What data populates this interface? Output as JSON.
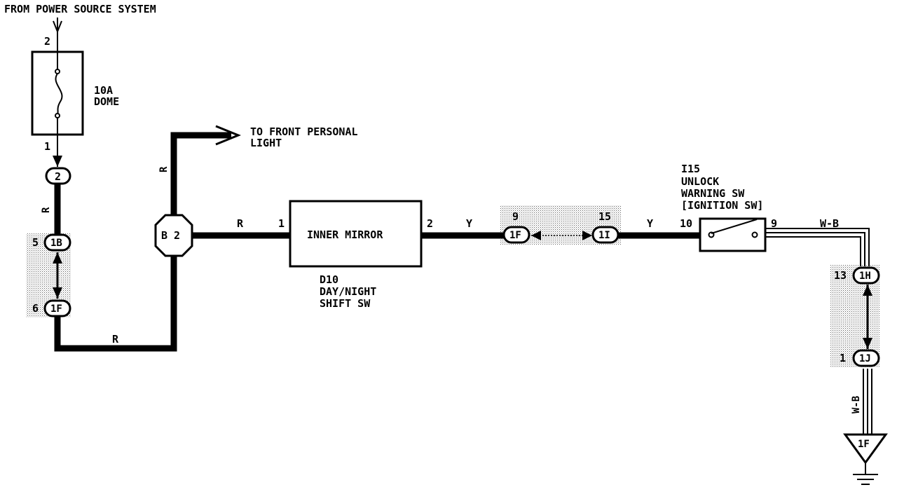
{
  "source": {
    "label": "FROM POWER SOURCE SYSTEM"
  },
  "fuse": {
    "pin_top": "2",
    "pin_bottom": "1",
    "rating": "10A",
    "name": "DOME"
  },
  "connectors": {
    "c2": "2",
    "c1b_pin": "5",
    "c1b": "1B",
    "c1f_left_pin": "6",
    "c1f_left": "1F",
    "b2": "B 2",
    "c1f_mid_pin": "9",
    "c1f_mid": "1F",
    "c1i_pin": "15",
    "c1i": "1I",
    "c1h_pin": "13",
    "c1h": "1H",
    "c1j_pin": "1",
    "c1j": "1J"
  },
  "wires": {
    "r_vertical_left": "R",
    "r_bottom": "R",
    "r_vertical_right": "R",
    "r_to_mirror": "R",
    "y_left": "Y",
    "y_right": "Y",
    "wb_top": "W-B",
    "wb_vertical": "W-B"
  },
  "personal_light": {
    "line1": "TO FRONT PERSONAL",
    "line2": "LIGHT"
  },
  "mirror": {
    "title": "INNER MIRROR",
    "pin_left": "1",
    "pin_right": "2",
    "code": "D10",
    "desc1": "DAY/NIGHT",
    "desc2": "SHIFT SW"
  },
  "unlock_switch": {
    "code": "I15",
    "name1": "UNLOCK",
    "name2": "WARNING SW",
    "name3": "[IGNITION SW]",
    "pin_left": "10",
    "pin_right": "9"
  },
  "ground": {
    "label": "1F"
  }
}
